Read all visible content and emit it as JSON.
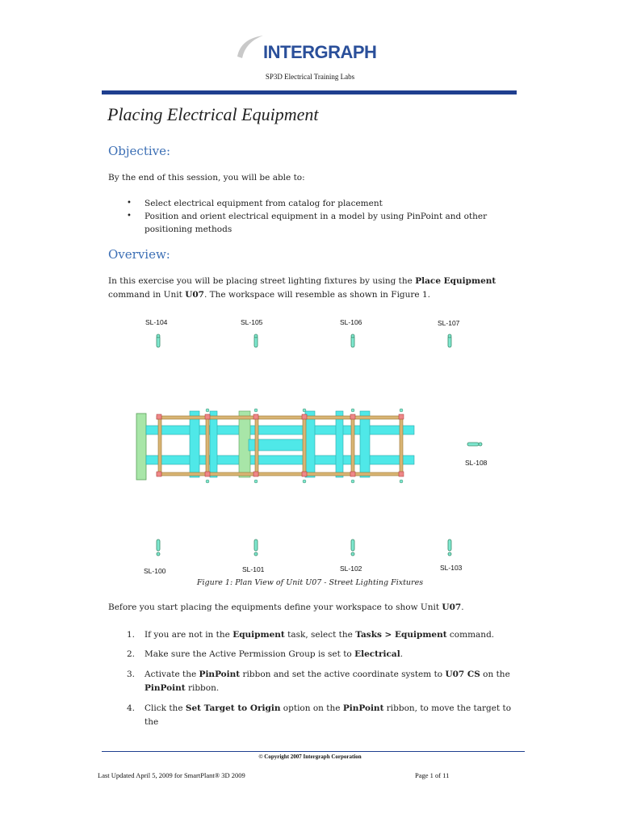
{
  "header": {
    "logo_text": "INTERGRAPH",
    "subtitle": "SP3D Electrical Training Labs"
  },
  "title": "Placing Electrical Equipment",
  "objective": {
    "heading": "Objective:",
    "intro": "By the end of this session, you will be able to:",
    "bullets": [
      "Select electrical equipment from catalog for placement",
      "Position and orient electrical equipment in a model by using PinPoint and other positioning methods"
    ]
  },
  "overview": {
    "heading": "Overview:",
    "p1_a": "In this exercise you will be placing street lighting fixtures by using the ",
    "p1_b": "Place Equipment",
    "p1_c": " command in Unit ",
    "p1_d": "U07",
    "p1_e": ". The workspace will resemble as shown in Figure 1."
  },
  "figure": {
    "labels": {
      "sl104": "SL-104",
      "sl105": "SL-105",
      "sl106": "SL-106",
      "sl107": "SL-107",
      "sl108": "SL-108",
      "sl100": "SL-100",
      "sl101": "SL-101",
      "sl102": "SL-102",
      "sl103": "SL-103"
    },
    "caption": "Figure 1: Plan View of Unit U07 - Street Lighting Fixtures"
  },
  "before": {
    "a": "Before you start placing the equipments define your workspace to show Unit ",
    "b": "U07",
    "c": "."
  },
  "steps": [
    {
      "num": "1.",
      "t1": "If you are not in the ",
      "b1": "Equipment",
      "t2": " task, select the ",
      "b2": "Tasks > Equipment",
      "t3": " command."
    },
    {
      "num": "2.",
      "t1": "Make sure the Active Permission Group is set to ",
      "b1": "Electrical",
      "t2": "."
    },
    {
      "num": "3.",
      "t1": "Activate the ",
      "b1": "PinPoint",
      "t2": " ribbon and set the active coordinate system to ",
      "b2": "U07 CS",
      "t3": " on the ",
      "b3": "PinPoint",
      "t4": " ribbon."
    },
    {
      "num": "4.",
      "t1": "Click the ",
      "b1": "Set Target to Origin",
      "t2": " option on the ",
      "b2": "PinPoint",
      "t3": " ribbon, to move the target to the"
    }
  ],
  "footer": {
    "copyright": "© Copyright 2007 Intergraph Corporation",
    "left": "Last Updated  April 5, 2009 for SmartPlant® 3D 2009",
    "right": "Page 1 of 11"
  },
  "colors": {
    "accent": "#3c6fb5",
    "rule": "#1f3f8f",
    "cyan": "#4fe8e8",
    "beam": "#c89a4a"
  }
}
